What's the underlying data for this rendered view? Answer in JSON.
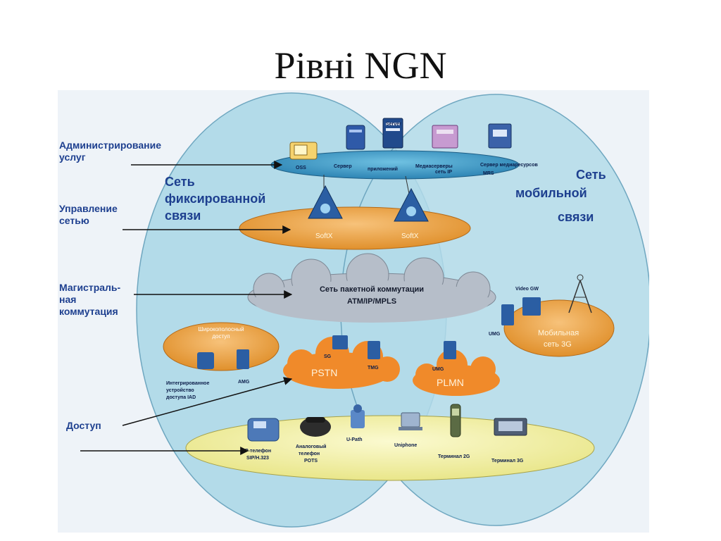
{
  "slide": {
    "title": "Рівні NGN"
  },
  "levels": [
    {
      "line1": "Администрирование",
      "line2": "услуг"
    },
    {
      "line1": "Управление",
      "line2": "сетью"
    },
    {
      "line1": "Магистраль-",
      "line2": "ная",
      "line3": "коммутация"
    },
    {
      "line1": "Доступ"
    }
  ],
  "regions": {
    "fixed": {
      "line1": "Сеть",
      "line2": "фиксированной",
      "line3": "связи"
    },
    "mobile": {
      "line1": "Сеть",
      "line2": "мобильной",
      "line3": "связи"
    }
  },
  "services_layer": {
    "items": [
      "OSS",
      "Сервер",
      "приложений",
      "Медиасерверы",
      "сеть IP",
      "Сервер медиаресурсов",
      "MRS",
      "Server"
    ]
  },
  "control_layer": {
    "softswitch_1": "SoftX",
    "softswitch_2": "SoftX"
  },
  "core": {
    "line1": "Сеть пакетной коммутации",
    "line2": "ATM/IP/MPLS"
  },
  "broadband": {
    "line1": "Широкополосный",
    "line2": "доступ",
    "iad_line1": "Интегрированное",
    "iad_line2": "устройство",
    "iad_line3": "доступа IAD",
    "amg": "AMG"
  },
  "pstn": {
    "label": "PSTN",
    "sg": "SG",
    "tmg": "TMG"
  },
  "plmn": {
    "label": "PLMN",
    "umg": "UMG"
  },
  "mobile3g": {
    "line1": "Мобильная",
    "line2": "сеть 3G",
    "video_gw": "Video GW",
    "umg": "UMG"
  },
  "terminals": {
    "ip_phone_1": "IP-телефон",
    "ip_phone_2": "SIP/H.323",
    "analog_1": "Аналоговый",
    "analog_2": "телефон",
    "analog_3": "POTS",
    "upath": "U-Path",
    "uniphone": "Uniphone",
    "term2g": "Терминал 2G",
    "term3g": "Терминал 3G"
  },
  "colors": {
    "big_ovals": "#b3dbe9",
    "services_disc": "#3d9cc7",
    "control_disc": "#f0a94a",
    "core_cloud": "#b6bec9",
    "cloud_orange": "#f08a2a",
    "access_disc": "#f2f0a0",
    "text_blue": "#1d3f8f"
  }
}
